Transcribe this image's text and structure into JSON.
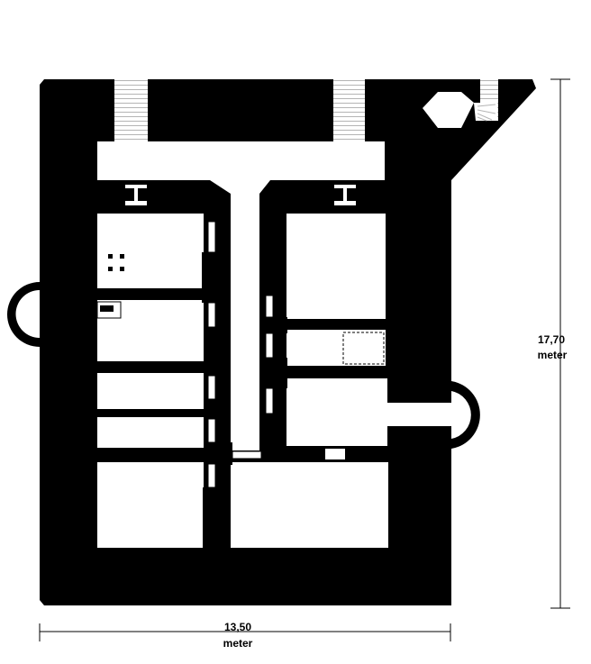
{
  "dimensions": {
    "height": {
      "value": "17,70",
      "unit": "meter"
    },
    "width": {
      "value": "13,50",
      "unit": "meter"
    }
  },
  "colors": {
    "wall": "#000000",
    "floor": "#ffffff",
    "stair": "#b4b4b4"
  }
}
